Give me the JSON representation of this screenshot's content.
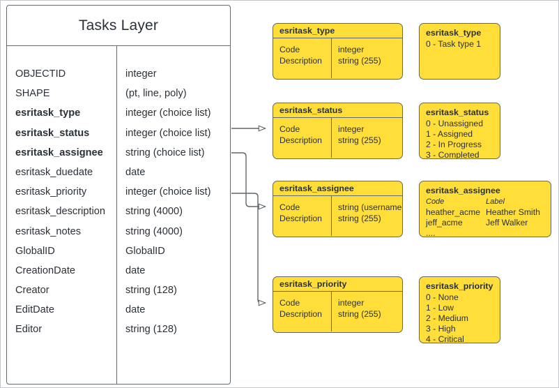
{
  "diagram": {
    "title": "Tasks Layer",
    "accent_yellow": "#ffde3a",
    "line_color": "#5f666d",
    "background": "#ffffff"
  },
  "tasks_layer": {
    "title": "Tasks Layer",
    "fields": [
      {
        "name": "OBJECTID",
        "type": "integer",
        "bold": false
      },
      {
        "name": "SHAPE",
        "type": "(pt, line, poly)",
        "bold": false
      },
      {
        "name": "esritask_type",
        "type": "integer (choice list)",
        "bold": true
      },
      {
        "name": "esritask_status",
        "type": "integer (choice list)",
        "bold": true
      },
      {
        "name": "esritask_assignee",
        "type": "string (choice list)",
        "bold": true
      },
      {
        "name": "esritask_duedate",
        "type": "date",
        "bold": false
      },
      {
        "name": "esritask_priority",
        "type": "integer (choice list)",
        "bold": false
      },
      {
        "name": "esritask_description",
        "type": "string (4000)",
        "bold": false
      },
      {
        "name": "esritask_notes",
        "type": "string (4000)",
        "bold": false
      },
      {
        "name": "GlobalID",
        "type": "GlobalID",
        "bold": false
      },
      {
        "name": "CreationDate",
        "type": "date",
        "bold": false
      },
      {
        "name": "Creator",
        "type": "string (128)",
        "bold": false
      },
      {
        "name": "EditDate",
        "type": "date",
        "bold": false
      },
      {
        "name": "Editor",
        "type": "string (128)",
        "bold": false
      }
    ]
  },
  "domains": [
    {
      "id": "type",
      "header": "esritask_type",
      "rows": [
        {
          "label": "Code",
          "type": "integer"
        },
        {
          "label": "Description",
          "type": "string (255)"
        }
      ]
    },
    {
      "id": "status",
      "header": "esritask_status",
      "rows": [
        {
          "label": "Code",
          "type": "integer"
        },
        {
          "label": "Description",
          "type": "string (255)"
        }
      ]
    },
    {
      "id": "assignee",
      "header": "esritask_assignee",
      "rows": [
        {
          "label": "Code",
          "type": "string  (username)"
        },
        {
          "label": "Description",
          "type": "string (255)"
        }
      ]
    },
    {
      "id": "priority",
      "header": "esritask_priority",
      "rows": [
        {
          "label": "Code",
          "type": "integer"
        },
        {
          "label": "Description",
          "type": "string (255)"
        }
      ]
    }
  ],
  "values": {
    "type": {
      "title": "esritask_type",
      "lines": [
        "0 - Task type 1"
      ]
    },
    "status": {
      "title": "esritask_status",
      "lines": [
        "0 - Unassigned",
        "1 - Assigned",
        "2 - In Progress",
        "3 - Completed"
      ]
    },
    "assignee": {
      "title": "esritask_assignee",
      "col_headers": [
        "Code",
        "Label"
      ],
      "rows": [
        [
          "heather_acme",
          "Heather Smith"
        ],
        [
          "jeff_acme",
          "Jeff Walker"
        ],
        [
          "....",
          ""
        ]
      ]
    },
    "priority": {
      "title": "esritask_priority",
      "lines": [
        "0 - None",
        "1 - Low",
        "2 - Medium",
        "3 - High",
        "4 - Critical"
      ]
    }
  }
}
